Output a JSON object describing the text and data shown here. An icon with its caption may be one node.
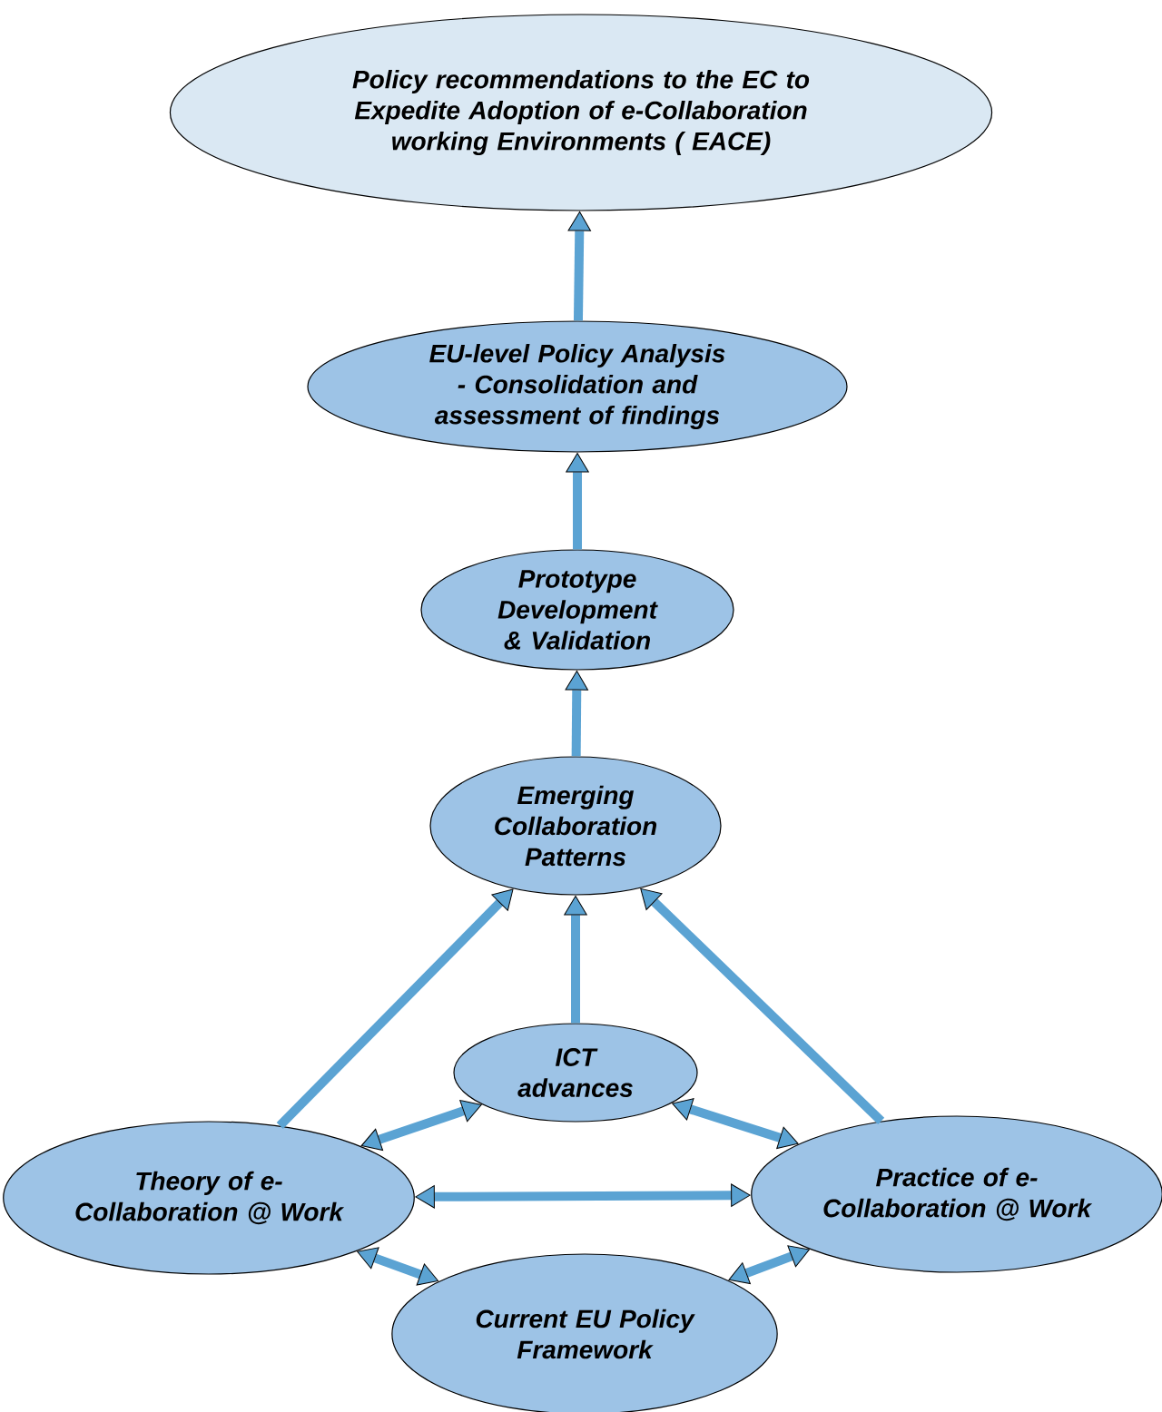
{
  "diagram": {
    "nodes": [
      {
        "text": [
          "Policy recommendations to the EC to Expedite Adoption of e-Collaboration working Environments ( EACE)"
        ]
      },
      {
        "text": [
          "EU-level Policy Analysis - Consolidation and assessment of findings"
        ]
      },
      {
        "text": [
          "Prototype Development & Validation"
        ]
      },
      {
        "text": [
          "Emerging Collaboration Patterns"
        ]
      },
      {
        "text": [
          "ICT advances"
        ]
      },
      {
        "text": [
          "Theory of e-Collaboration @ Work"
        ]
      },
      {
        "text": [
          "Practice of e-Collaboration @ Work"
        ]
      },
      {
        "text": [
          "Current EU Policy Framework"
        ]
      }
    ],
    "edges": [
      {
        "from": 1,
        "to": 0,
        "arrow": "to"
      },
      {
        "from": 2,
        "to": 1,
        "arrow": "to"
      },
      {
        "from": 3,
        "to": 2,
        "arrow": "to"
      },
      {
        "from": 4,
        "to": 3,
        "arrow": "to"
      },
      {
        "from": 5,
        "to": 3,
        "arrow": "to"
      },
      {
        "from": 6,
        "to": 3,
        "arrow": "to"
      },
      {
        "from": 4,
        "to": 5,
        "arrow": "both"
      },
      {
        "from": 4,
        "to": 6,
        "arrow": "both"
      },
      {
        "from": 5,
        "to": 6,
        "arrow": "both"
      },
      {
        "from": 5,
        "to": 7,
        "arrow": "both"
      },
      {
        "from": 6,
        "to": 7,
        "arrow": "both"
      }
    ]
  }
}
